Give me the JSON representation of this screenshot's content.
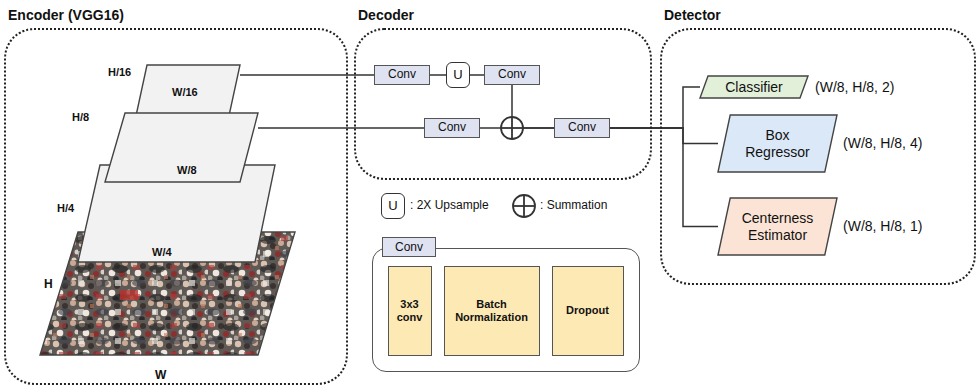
{
  "diagram": {
    "nodes": [
      {
        "text": [
          "Encoder (VGG16)"
        ]
      },
      {
        "text": [
          "H/16",
          "W/16"
        ],
        "in": 0
      },
      {
        "text": [
          "H/8",
          "W/8"
        ],
        "in": 0
      },
      {
        "text": [
          "H/4",
          "W/4"
        ],
        "in": 0
      },
      {
        "text": [
          "H",
          "W"
        ],
        "in": 0
      },
      {
        "text": [
          "Decoder"
        ]
      },
      {
        "text": [
          "Conv"
        ],
        "in": 5
      },
      {
        "text": [
          "U"
        ],
        "in": 5
      },
      {
        "text": [
          "Conv"
        ],
        "in": 5
      },
      {
        "text": [
          "Conv"
        ],
        "in": 5
      },
      {
        "text": [
          "Conv"
        ],
        "in": 5
      },
      {
        "text": [
          "Detector"
        ]
      },
      {
        "text": [
          "Classifier"
        ],
        "in": 11
      },
      {
        "text": [
          "Box Regressor"
        ],
        "in": 11
      },
      {
        "text": [
          "Centerness Estimator"
        ],
        "in": 11
      },
      {
        "text": [
          "U"
        ]
      },
      {
        "text": [
          "Conv"
        ]
      },
      {
        "text": [
          "3x3 conv"
        ],
        "in": 16
      },
      {
        "text": [
          "Batch Normalization"
        ],
        "in": 16
      },
      {
        "text": [
          "Dropout"
        ],
        "in": 16
      }
    ],
    "edges": [
      {
        "from": 1,
        "to": 6,
        "arrow": "none"
      },
      {
        "from": 6,
        "to": 7,
        "arrow": "none"
      },
      {
        "from": 7,
        "to": 8,
        "arrow": "none"
      },
      {
        "from": 8,
        "to": 10,
        "arrow": "none"
      },
      {
        "from": 2,
        "to": 9,
        "arrow": "none"
      },
      {
        "from": 9,
        "to": 10,
        "arrow": "none"
      },
      {
        "from": 10,
        "to": 12,
        "arrow": "none"
      },
      {
        "from": 10,
        "to": 13,
        "arrow": "none"
      },
      {
        "from": 10,
        "to": 14,
        "arrow": "none"
      }
    ],
    "labels": [
      "(W/8, H/8, 2)",
      "(W/8, H/8, 4)",
      "(W/8, H/8, 1)"
    ],
    "legend": [
      {
        "text": ": 2X Upsample"
      },
      {
        "text": ": Summation"
      }
    ]
  }
}
